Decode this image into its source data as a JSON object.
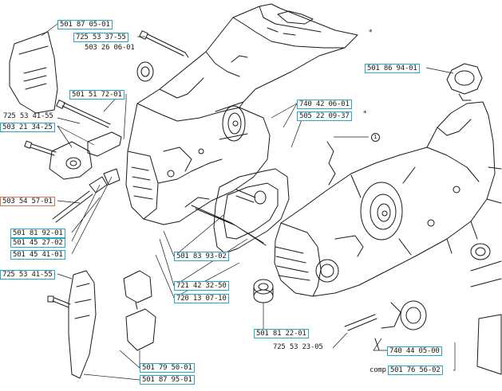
{
  "callout_colors": {
    "default": "#27a6c9",
    "highlighted": "#e0704a"
  },
  "parts": {
    "p1": "501 87 05-01",
    "p2": "725 53 37-55",
    "p3": "503 26 06-01",
    "p4": "501 51 72-01",
    "p5": "725 53 41-55",
    "p6": "503 21 34-25",
    "p7": "740 42 06-01",
    "p8": "505 22 09-37",
    "p9": "501 86 94-01",
    "p10": "503 54 57-01",
    "p11": "501 81 92-01",
    "p12": "501 45 27-02",
    "p13": "501 45 41-01",
    "p14": "725 53 41-55",
    "p15": "501 83 93-02",
    "p16": "721 42 32-50",
    "p17": "720 13 07-10",
    "p18": "501 81 22-01",
    "p19": "725 53 23-05",
    "p20": "740 44 05-00",
    "p21": "501 76 56-02",
    "p22": "501 79 50-01",
    "p23": "501 87 95-01"
  },
  "comp_prefix": "comp",
  "marks": {
    "circle_1": "1",
    "asterisk": "*"
  }
}
